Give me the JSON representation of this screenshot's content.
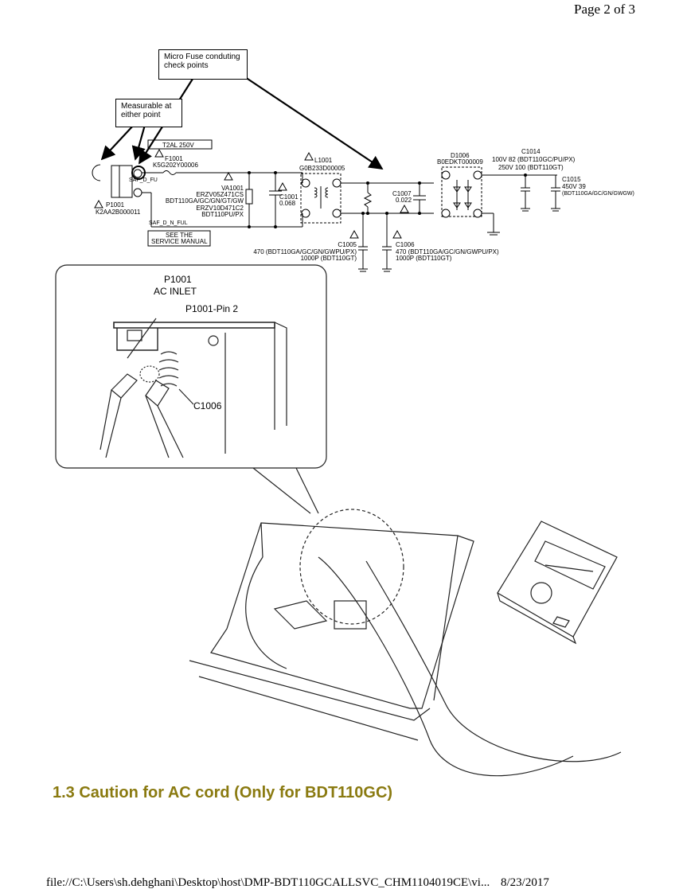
{
  "header": {
    "page_label": "Page 2 of 3"
  },
  "callouts": {
    "fuse_check": "Micro Fuse conduting check points",
    "measurable": "Measurable at either point"
  },
  "schematic": {
    "fuse_rating": "T2AL 250V",
    "f1001": "F1001",
    "f1001_part": "K5G202Y00006",
    "saf_d_fu": "SAF_D_FU",
    "p1001": "P1001",
    "p1001_part": "K2AA2B000011",
    "saf_d_n_ful": "SAF_D_N_FUL",
    "see_manual_1": "SEE THE",
    "see_manual_2": "SERVICE MANUAL",
    "va1001": "VA1001",
    "va1001_p1": "ERZV05Z471CS",
    "va1001_p2": "BDT110GA/GC/GN/GT/GW",
    "va1001_p3": "ERZV10D471C2",
    "va1001_p4": "BDT110PU/PX",
    "c1001": "C1001",
    "c1001_val": "0.068",
    "l1001": "L1001",
    "l1001_part": "G0B233D00005",
    "c1007": "C1007",
    "c1007_val": "0.022",
    "c1005": "C1005",
    "c1005_v1": "470 (BDT110GA/GC/GN/GWPU/PX)",
    "c1005_v2": "1000P (BDT110GT)",
    "c1006": "C1006",
    "c1006_v1": "470 (BDT110GA/GC/GN/GWPU/PX)",
    "c1006_v2": "1000P (BDT110GT)",
    "d1006": "D1006",
    "d1006_part": "B0EDKT000009",
    "c1014": "C1014",
    "c1014_v1": "100V 82 (BDT110GC/PU/PX)",
    "c1014_v2": "250V 100 (BDT110GT)",
    "c1015": "C1015",
    "c1015_v1": "450V 39",
    "c1015_v2": "(BDT110GA/GC/GN/GWGW)"
  },
  "photo": {
    "p1001": "P1001",
    "ac_inlet": "AC INLET",
    "pin2": "P1001-Pin 2",
    "c1006": "C1006"
  },
  "section": {
    "title": "1.3 Caution for AC cord (Only for BDT110GC)"
  },
  "footer": {
    "path": "file://C:\\Users\\sh.dehghani\\Desktop\\host\\DMP-BDT110GCALLSVC_CHM1104019CE\\vi...",
    "date": "8/23/2017"
  }
}
